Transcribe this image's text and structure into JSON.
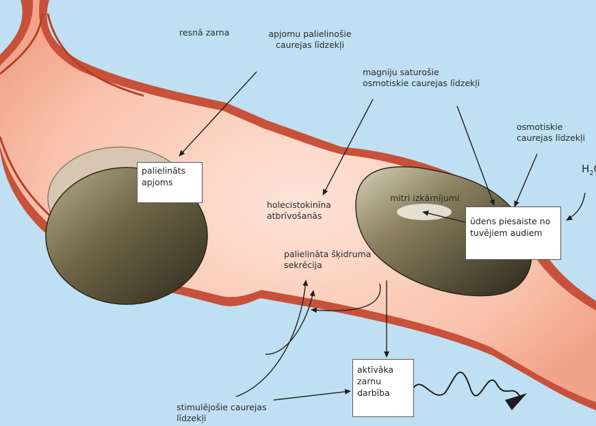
{
  "labels": {
    "colon": "resnā zarna",
    "bulk_laxatives_line1": "apjomu palielinošie",
    "bulk_laxatives_line2": "caurejas līdzekļi",
    "magnesium_line1": "magniju saturošie",
    "magnesium_line2": "osmotiskie caurejas līdzekļi",
    "osmotic_line1": "osmotiskie",
    "osmotic_line2": "caurejas līdzekļi",
    "water_h": "H",
    "water_sub": "2",
    "water_o": "O",
    "cck_line1": "holecistokinīna",
    "cck_line2": "atbrīvošanās",
    "wet_stool": "mitri izkārnījumi",
    "fluid_secretion_line1": "palielināta šķidruma",
    "fluid_secretion_line2": "sekrēcija",
    "stimulant_line1": "stimulējošie caurejas",
    "stimulant_line2": "līdzekļi"
  },
  "boxes": {
    "increased_volume_line1": "palielināts",
    "increased_volume_line2": "apjoms",
    "water_retention_line1": "ūdens piesaiste no",
    "water_retention_line2": "tuvējiem audiem",
    "active_bowel_line1": "aktīvāka",
    "active_bowel_line2": "zarnu",
    "active_bowel_line3": "darbība"
  },
  "colors": {
    "background": "#bfe0f3",
    "intestine_fill": "#f9c6b3",
    "intestine_inner": "#fde0d3",
    "intestine_wall": "#c54a2e",
    "stool": "#6b5a3b"
  }
}
